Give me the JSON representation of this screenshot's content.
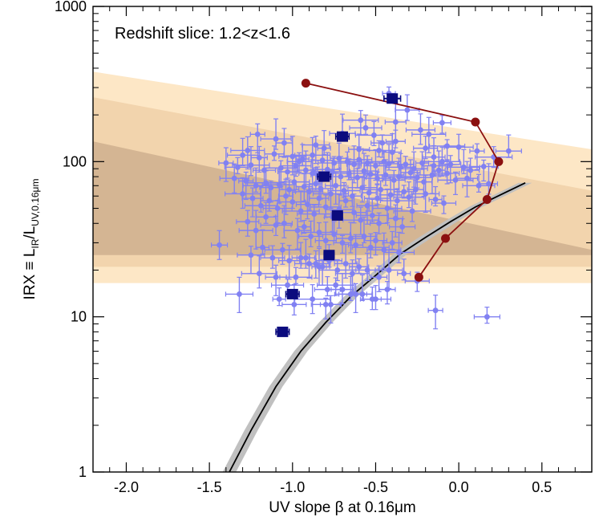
{
  "chart_data": {
    "type": "scatter",
    "annotation": "Redshift slice: 1.2<z<1.6",
    "xlabel_text": "UV slope β at 0.16μm",
    "ylabel": {
      "main": "IRX ≡ L",
      "sub1": "IR",
      "mid": "/L",
      "sub2": "UV,0.16μm"
    },
    "xlim": [
      -2.2,
      0.8
    ],
    "ylim": [
      1,
      1000
    ],
    "y_scale": "log",
    "x_ticks": [
      {
        "v": -2.0,
        "label": "-2.0"
      },
      {
        "v": -1.5,
        "label": "-1.5"
      },
      {
        "v": -1.0,
        "label": "-1.0"
      },
      {
        "v": -0.5,
        "label": "-0.5"
      },
      {
        "v": 0.0,
        "label": "0.0"
      },
      {
        "v": 0.5,
        "label": "0.5"
      }
    ],
    "y_ticks": [
      {
        "v": 1,
        "label": "1"
      },
      {
        "v": 10,
        "label": "10"
      },
      {
        "v": 100,
        "label": "100"
      },
      {
        "v": 1000,
        "label": "1000"
      }
    ],
    "colors": {
      "band_outer": "#fde7c6",
      "band_mid": "#f2d4ad",
      "band_inner": "#d4b593",
      "points": "#8181f2",
      "binned": "#0b0b7e",
      "model": "#8b1010",
      "curve": "#000000",
      "curve_band": "#c0c0c0"
    },
    "bands": [
      {
        "name": "outer",
        "upper": [
          [
            -2.2,
            380
          ],
          [
            0.8,
            120
          ]
        ],
        "lower_const": 16.5
      },
      {
        "name": "mid",
        "upper": [
          [
            -2.2,
            260
          ],
          [
            0.8,
            65
          ]
        ],
        "lower_const": 21
      },
      {
        "name": "inner",
        "upper": [
          [
            -2.2,
            135
          ],
          [
            0.8,
            27
          ]
        ],
        "lower": [
          [
            -2.2,
            25
          ],
          [
            0.8,
            25
          ]
        ]
      }
    ],
    "reference_curve": {
      "x": [
        -1.38,
        -1.25,
        -1.1,
        -0.95,
        -0.8,
        -0.65,
        -0.5,
        -0.35,
        -0.2,
        -0.05,
        0.1,
        0.25,
        0.4
      ],
      "y": [
        1.0,
        1.85,
        3.55,
        6.0,
        9.2,
        13.5,
        18.5,
        25.5,
        32.5,
        41,
        51,
        61,
        73
      ],
      "halfwidth_x": 0.04
    },
    "model_track": {
      "x": [
        -0.92,
        0.1,
        0.24,
        0.17,
        -0.08,
        -0.24
      ],
      "y": [
        320,
        180,
        100,
        57,
        32,
        18
      ]
    },
    "binned_points": {
      "x": [
        -0.4,
        -0.7,
        -0.81,
        -0.73,
        -0.78,
        -1.0,
        -1.06
      ],
      "y": [
        255,
        145,
        80,
        45,
        25,
        14,
        8
      ],
      "xerr": [
        0.05,
        0.04,
        0.04,
        0.03,
        0.03,
        0.04,
        0.04
      ]
    },
    "points": {
      "x": [
        -0.42,
        -0.31,
        -0.59,
        -0.38,
        -0.56,
        -0.1,
        -0.23,
        -1.21,
        -0.7,
        -0.51,
        -0.46,
        -0.18,
        -0.38,
        -1.1,
        -1.05,
        -0.86,
        -0.81,
        -0.2,
        -0.07,
        -0.6,
        -0.48,
        -0.4,
        0.0,
        0.11,
        0.3,
        0.21,
        -0.15,
        -1.27,
        -1.11,
        -1.3,
        -1.2,
        -1.0,
        -0.94,
        -0.96,
        -0.88,
        -0.82,
        -0.75,
        -0.72,
        -0.67,
        -0.63,
        -0.6,
        -0.55,
        -0.5,
        -0.45,
        -0.42,
        -0.35,
        -0.32,
        -0.27,
        -0.22,
        -0.15,
        -0.1,
        -0.05,
        0.03,
        0.07,
        0.15,
        -1.4,
        -1.33,
        -1.25,
        -1.17,
        -1.07,
        -1.03,
        -0.98,
        -0.92,
        -0.88,
        -0.85,
        -0.79,
        -0.76,
        -0.71,
        -0.66,
        -0.61,
        -0.57,
        -0.53,
        -0.49,
        -0.44,
        -0.39,
        -0.36,
        -0.29,
        -0.25,
        -0.21,
        -0.16,
        -0.12,
        -0.07,
        -0.02,
        0.05,
        0.12,
        0.18,
        -1.35,
        -1.28,
        -1.22,
        -1.16,
        -1.13,
        -1.08,
        -1.02,
        -0.99,
        -0.93,
        -0.9,
        -0.86,
        -0.83,
        -0.77,
        -0.74,
        -0.69,
        -0.64,
        -0.58,
        -0.54,
        -0.49,
        -0.47,
        -0.41,
        -0.37,
        -0.33,
        -0.3,
        -0.26,
        -0.2,
        -0.14,
        -0.09,
        -1.3,
        -1.24,
        -1.19,
        -1.14,
        -1.09,
        -1.04,
        -1.0,
        -0.95,
        -0.91,
        -0.87,
        -0.84,
        -0.8,
        -0.76,
        -0.72,
        -0.68,
        -0.63,
        -0.59,
        -0.55,
        -0.52,
        -0.48,
        -0.43,
        -0.38,
        -0.34,
        -0.28,
        -1.27,
        -1.22,
        -1.16,
        -1.1,
        -1.05,
        -0.97,
        -0.93,
        -0.89,
        -0.84,
        -0.8,
        -0.75,
        -0.7,
        -0.65,
        -0.62,
        -0.57,
        -0.53,
        -0.5,
        -0.45,
        -0.4,
        -0.36,
        -1.44,
        -1.25,
        -1.18,
        -1.12,
        -1.06,
        -1.02,
        -0.98,
        -0.92,
        -0.86,
        -0.82,
        -0.78,
        -0.73,
        -0.68,
        -0.64,
        -0.6,
        -0.55,
        -0.48,
        -0.42,
        -0.33,
        -0.25,
        -1.2,
        -1.1,
        -1.03,
        -0.95,
        -0.9,
        -0.84,
        -0.79,
        -0.74,
        -0.7,
        -0.62,
        -0.58,
        -0.5,
        -0.43,
        -1.32,
        -1.08,
        -0.99,
        -0.88,
        -0.77,
        -0.65,
        -0.52,
        -0.8,
        -0.14,
        0.17
      ],
      "y": [
        275,
        215,
        185,
        180,
        165,
        178,
        160,
        150,
        152,
        148,
        132,
        150,
        135,
        140,
        132,
        128,
        122,
        122,
        126,
        120,
        118,
        115,
        124,
        117,
        117,
        107,
        107,
        118,
        112,
        110,
        106,
        108,
        104,
        100,
        110,
        102,
        98,
        105,
        100,
        96,
        103,
        98,
        94,
        100,
        97,
        92,
        96,
        90,
        98,
        94,
        100,
        96,
        92,
        88,
        93,
        98,
        92,
        95,
        88,
        91,
        86,
        94,
        88,
        84,
        82,
        89,
        86,
        80,
        84,
        79,
        87,
        83,
        78,
        82,
        76,
        80,
        85,
        79,
        74,
        82,
        88,
        84,
        76,
        78,
        70,
        72,
        78,
        75,
        70,
        73,
        68,
        71,
        66,
        74,
        69,
        64,
        72,
        67,
        62,
        70,
        65,
        60,
        68,
        63,
        58,
        66,
        61,
        56,
        64,
        59,
        66,
        62,
        57,
        54,
        62,
        58,
        52,
        56,
        50,
        60,
        55,
        48,
        53,
        46,
        58,
        51,
        44,
        49,
        56,
        47,
        42,
        52,
        45,
        40,
        50,
        43,
        38,
        48,
        41,
        36,
        44,
        39,
        40,
        36,
        38,
        33,
        35,
        31,
        34,
        30,
        32,
        29,
        33,
        28,
        31,
        27,
        30,
        26,
        29,
        25,
        28,
        24,
        27,
        23,
        18,
        24,
        22,
        21,
        23,
        20,
        22,
        19,
        21,
        20,
        18,
        20,
        19,
        17,
        19,
        18,
        16,
        24,
        22,
        21,
        15,
        16,
        15,
        14,
        14,
        13,
        15,
        14,
        13,
        12,
        13,
        12,
        14,
        13,
        12,
        11,
        10,
        11,
        10,
        9.7,
        12,
        19,
        20
      ]
    }
  }
}
